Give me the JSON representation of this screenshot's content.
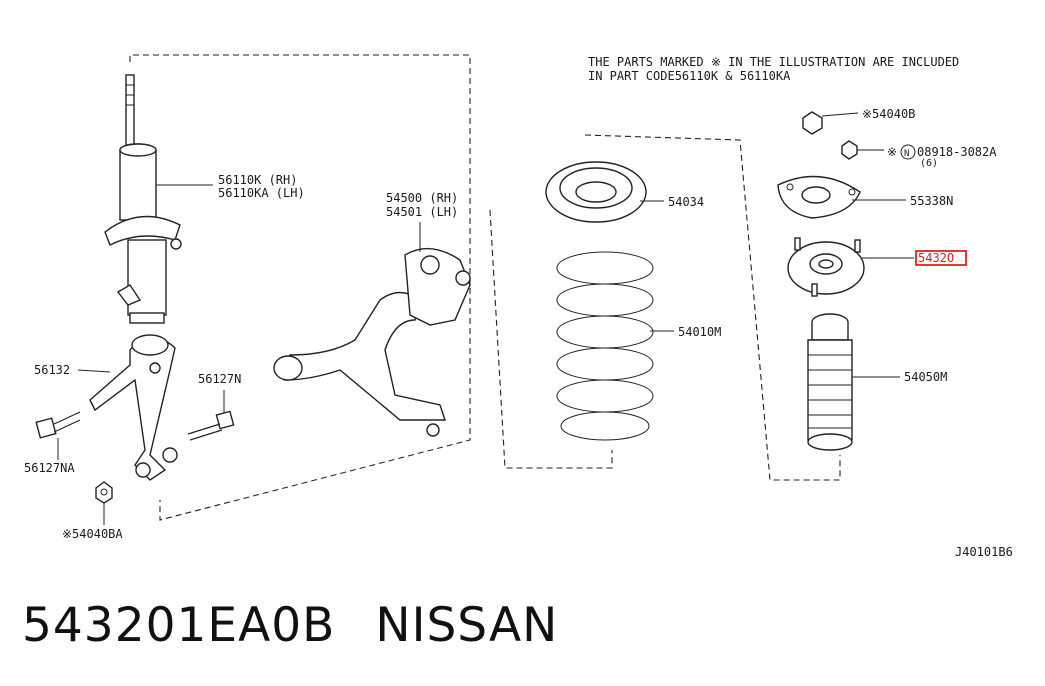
{
  "note": {
    "line1": "THE PARTS MARKED ※ IN THE ILLUSTRATION ARE INCLUDED",
    "line2": "IN PART CODE56110K & 56110KA"
  },
  "labels": {
    "strut_rh": "56110K (RH)",
    "strut_lh": "56110KA (LH)",
    "arm_rh": "54500 (RH)",
    "arm_lh": "54501 (LH)",
    "seat": "54034",
    "spring": "54010M",
    "nut_top": "※54040B",
    "bolt_code_prefix": "※",
    "bolt_code_circle": "N",
    "bolt_code": "08918-3082A",
    "bolt_qty": "(6)",
    "mount_plate": "55338N",
    "mount_insulator": "5432O",
    "bound_bumper": "54050M",
    "bracket": "56132",
    "bolt_right": "56127N",
    "bolt_left": "56127NA",
    "nut_bottom": "※54040BA",
    "diagram_code": "J40101B6"
  },
  "footer": {
    "part_number": "543201EA0B",
    "brand": "NISSAN"
  },
  "colors": {
    "highlight": "#e02020",
    "line": "#222222"
  }
}
